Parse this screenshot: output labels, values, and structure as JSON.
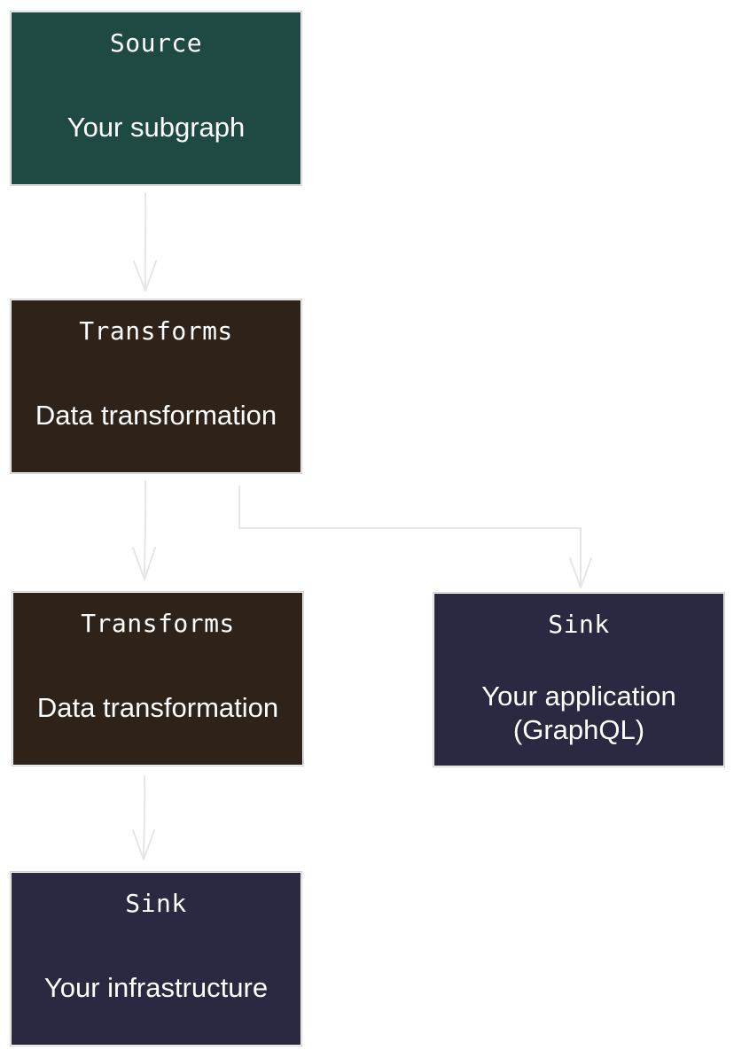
{
  "nodes": {
    "source": {
      "title": "Source",
      "subtitle": "Your subgraph"
    },
    "transforms_1": {
      "title": "Transforms",
      "subtitle": "Data transformation"
    },
    "transforms_2": {
      "title": "Transforms",
      "subtitle": "Data transformation"
    },
    "sink_app": {
      "title": "Sink",
      "subtitle_line1": "Your application",
      "subtitle_line2": "(GraphQL)"
    },
    "sink_infra": {
      "title": "Sink",
      "subtitle": "Your infrastructure"
    }
  },
  "colors": {
    "source": "#1e4a43",
    "transforms": "#2f2319",
    "sink": "#2a2941",
    "arrow": "#e6e6e6"
  }
}
